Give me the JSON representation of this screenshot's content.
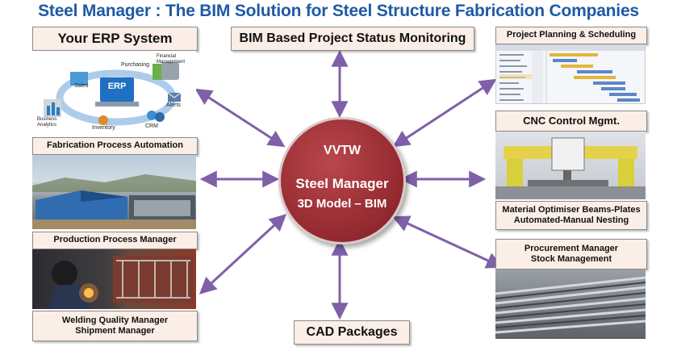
{
  "title": "Steel Manager : The BIM Solution for Steel Structure Fabrication Companies",
  "center": {
    "line1": "VVTW",
    "line2": "Steel Manager",
    "line3": "3D Model – BIM"
  },
  "erp": {
    "label": "Your ERP System",
    "hub": "ERP",
    "modules": [
      "Purchasing",
      "Financial Management",
      "Sales",
      "Alerts",
      "Business Analytics",
      "Inventory",
      "CRM"
    ]
  },
  "bim_monitoring": "BIM Based Project Status Monitoring",
  "planning": "Project Planning & Scheduling",
  "cnc": "CNC Control Mgmt.",
  "optimiser": {
    "line1": "Material Optimiser Beams-Plates",
    "line2": "Automated-Manual Nesting"
  },
  "fabrication": "Fabrication Process Automation",
  "production": "Production Process Manager",
  "welding": {
    "line1": "Welding Quality Manager",
    "line2": "Shipment Manager"
  },
  "procurement": {
    "line1": "Procurement Manager",
    "line2": "Stock Management"
  },
  "cad": "CAD Packages",
  "colors": {
    "title": "#1f5aa6",
    "arrow": "#7f60a8",
    "center": "#9b2f35",
    "box": "#fbeee6"
  }
}
